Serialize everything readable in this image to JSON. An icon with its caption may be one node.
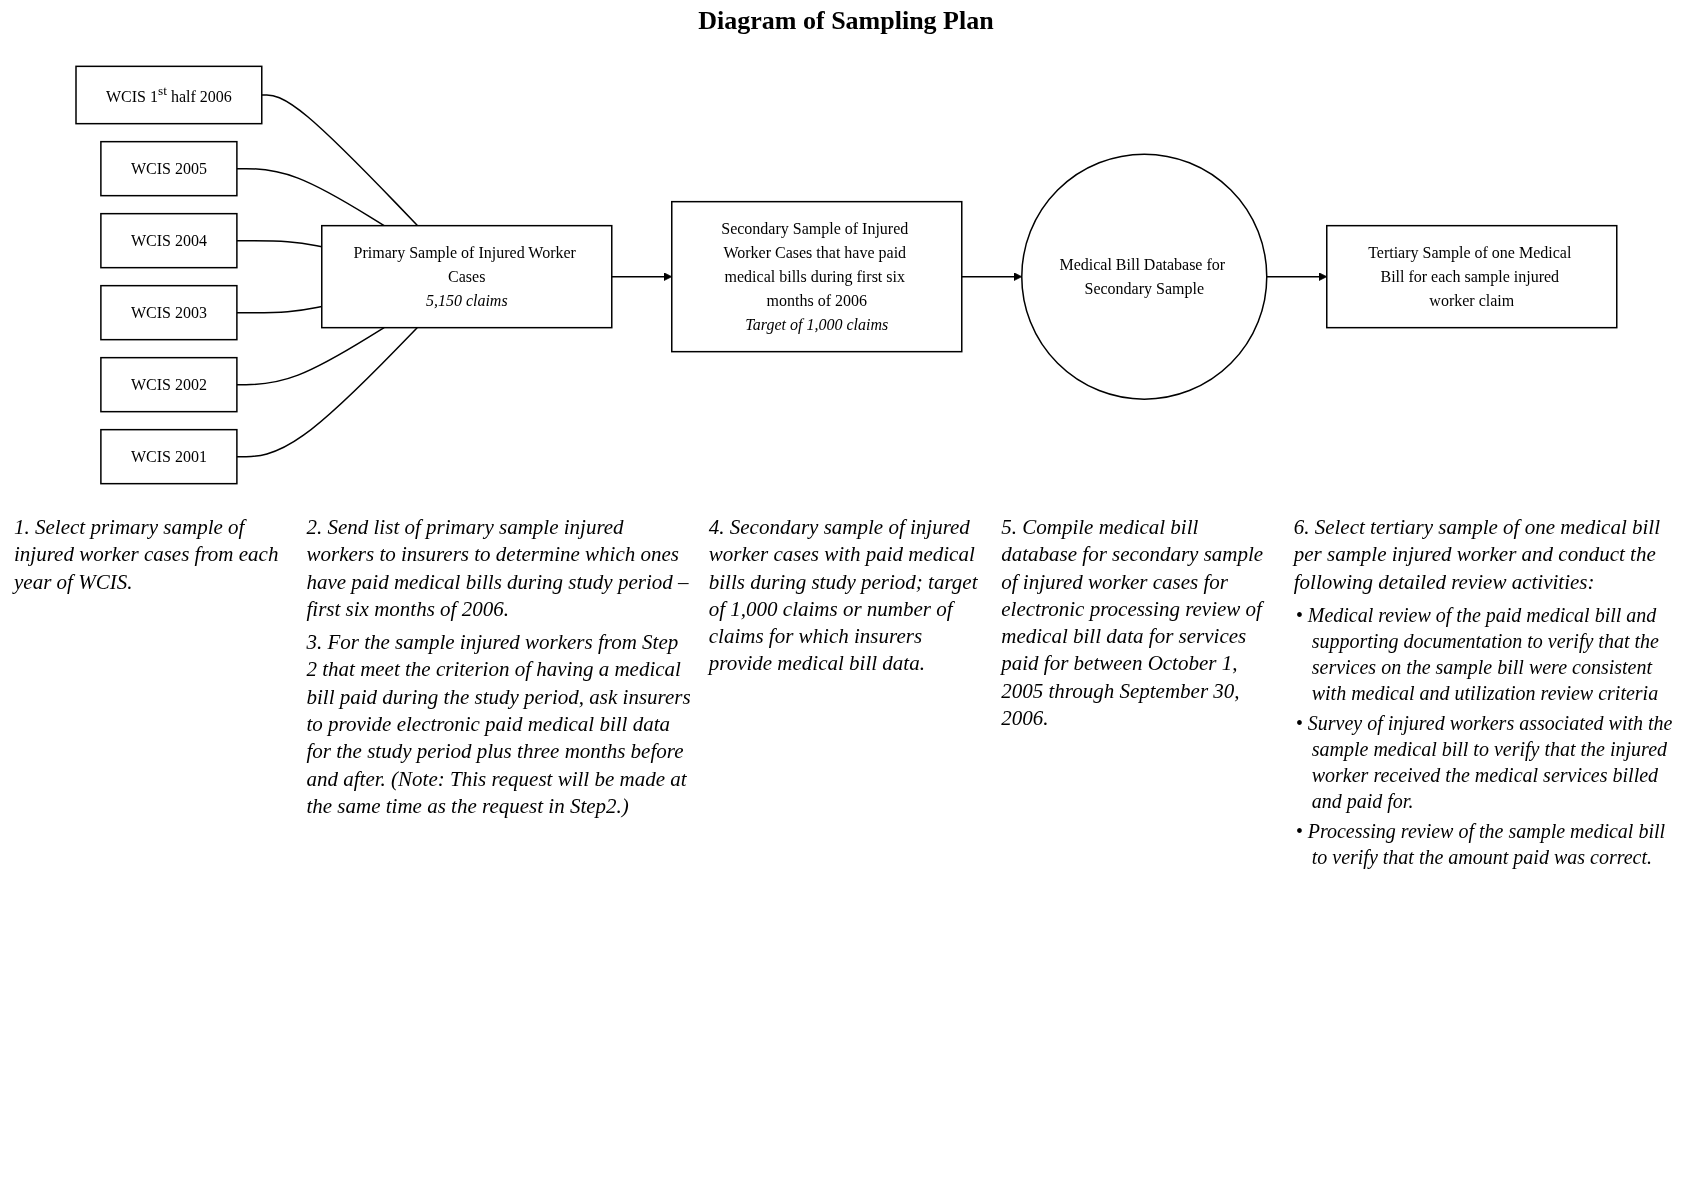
{
  "diagram": {
    "title": "Diagram of Sampling Plan",
    "nodes": [
      {
        "text": [
          "WCIS 1$^{st}$ half 2006"
        ]
      },
      {
        "text": [
          "WCIS 2005"
        ]
      },
      {
        "text": [
          "WCIS 2004"
        ]
      },
      {
        "text": [
          "WCIS 2003"
        ]
      },
      {
        "text": [
          "WCIS 2002"
        ]
      },
      {
        "text": [
          "WCIS 2001"
        ]
      },
      {
        "text": [
          "Primary Sample of Injured Worker Cases",
          "5,150 claims"
        ]
      },
      {
        "text": [
          "Secondary Sample of Injured Worker Cases that have paid medical bills during first six months of 2006",
          "Target of 1,000 claims"
        ]
      },
      {
        "text": [
          "Medical Bill Database for Secondary Sample"
        ]
      },
      {
        "text": [
          "Tertiary Sample of one Medical Bill for each sample injured worker claim"
        ]
      }
    ],
    "edges": [
      {
        "from": 0,
        "to": 6,
        "arrow": "none"
      },
      {
        "from": 1,
        "to": 6,
        "arrow": "none"
      },
      {
        "from": 2,
        "to": 6,
        "arrow": "none"
      },
      {
        "from": 3,
        "to": 6,
        "arrow": "none"
      },
      {
        "from": 4,
        "to": 6,
        "arrow": "none"
      },
      {
        "from": 5,
        "to": 6,
        "arrow": "none"
      },
      {
        "from": 6,
        "to": 7,
        "arrow": "to"
      },
      {
        "from": 7,
        "to": 8,
        "arrow": "to"
      },
      {
        "from": 8,
        "to": 9,
        "arrow": "to"
      }
    ],
    "labels": [
      "1. Select primary sample of injured worker cases from each year of WCIS.",
      "2. Send list of primary sample injured workers to insurers to determine which ones have paid medical bills during study period – first six months of 2006.",
      "3. For the sample injured workers from Step 2 that meet the criterion of having a medical bill paid during the study period, ask insurers to provide electronic paid medical bill data for the study period plus three months before and after. (Note: This request will be made at the same time as the request in Step2.)",
      "4. Secondary sample of injured worker cases with paid medical bills during study period; target of 1,000 claims or number of claims for which insurers provide medical bill data.",
      "5. Compile medical bill database for secondary sample of injured worker cases for electronic processing review of medical bill data for services paid for between October 1, 2005 through September 30, 2006.",
      "6. Select tertiary sample of one medical bill per sample injured worker and conduct the following detailed review activities:",
      "• Medical review of the paid medical bill and supporting documentation to verify that the services on the sample bill were consistent with medical and utilization review criteria",
      "• Survey of injured workers associated with the sample medical bill to verify that the injured worker received the medical services billed and paid for.",
      "• Processing review of the sample medical bill to verify that the amount paid was correct."
    ]
  }
}
